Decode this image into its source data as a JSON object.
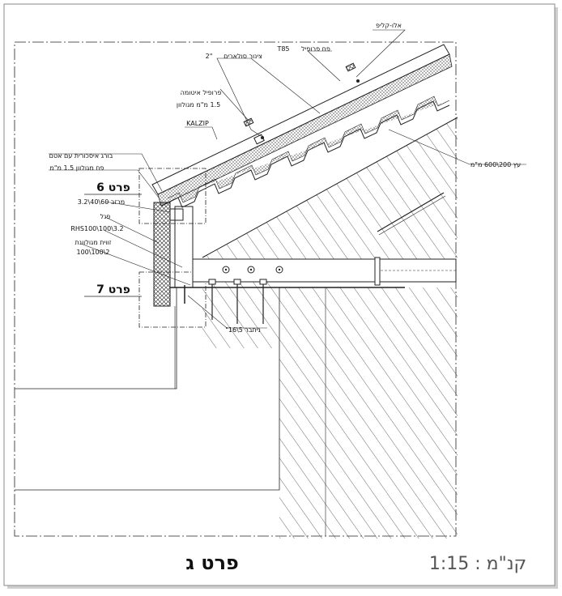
{
  "labels": {
    "alu_clip": "אלו-קליפ",
    "tin_profile": "פח פרופיל",
    "t85": "T85",
    "pipe_2": "2\"",
    "pipe_name": "צינור סולארים",
    "profile_support": "פרופיל איטומה",
    "profile_support_thk": "1.5 מ\"מ מגולוון",
    "kalzip": "KALZIP",
    "wood": "עץ 200\\600 מ\"מ",
    "screw_fix": "בורג איסכורית עם אטם",
    "galv_sheet": "פח מגולוון 1.5 מ\"מ",
    "detail_6": "פרט 6",
    "bracket": "מרזב 60\\40\\3.2",
    "panel": "פנל",
    "rhs": "RHS100\\100\\3.2",
    "angle": "זווית מגולוונת",
    "angle_size": "100\\100\\2",
    "detail_7": "פרט 7",
    "anchor": "ניתבר 5\\16\"",
    "title": "פרט ג",
    "scale": "קנ\"מ : 1:15"
  }
}
